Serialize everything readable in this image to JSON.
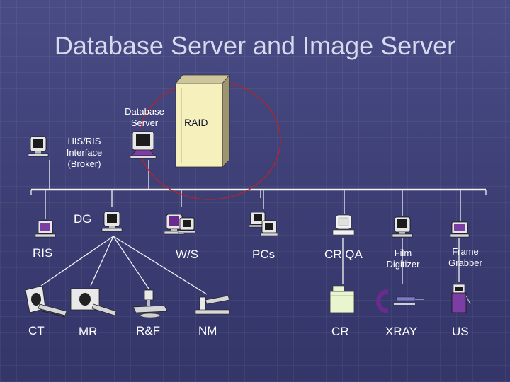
{
  "slide": {
    "title": "Database Server and Image Server",
    "labels": {
      "database_server": [
        "Database",
        "Server"
      ],
      "raid": "RAID",
      "his_ris_interface": [
        "HIS/RIS",
        "Interface",
        "(Broker)"
      ],
      "dg": "DG",
      "ris": "RIS",
      "ws": "W/S",
      "pcs": "PCs",
      "cr_qa": "CR QA",
      "film_digitizer": [
        "Film",
        "Digitizer"
      ],
      "frame_grabber": [
        "Frame",
        "Grabber"
      ],
      "ct": "CT",
      "mr": "MR",
      "rf": "R&F",
      "nm": "NM",
      "cr": "CR",
      "xray": "XRAY",
      "us": "US"
    }
  },
  "colors": {
    "background": "#3d3f76",
    "bus_line": "#f2f2f2",
    "highlight_circle": "#b3242b",
    "raid_cabinet": "#f6f0bd",
    "text": "#ffffff"
  },
  "icons": {
    "workstation": "crt-computer-icon",
    "raid": "raid-cabinet-icon",
    "ct": "ct-scanner-icon",
    "mr": "mr-scanner-icon",
    "rf": "fluoroscopy-icon",
    "nm": "gamma-camera-icon",
    "cr": "cr-reader-icon",
    "xray": "c-arm-icon",
    "us": "ultrasound-icon"
  }
}
